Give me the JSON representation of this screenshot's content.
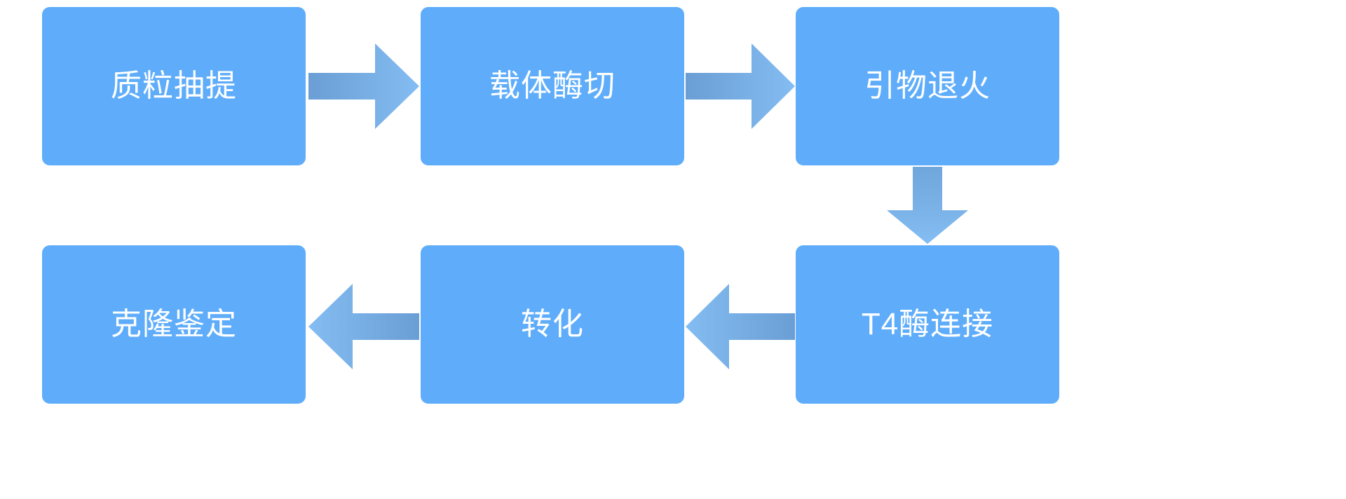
{
  "diagram": {
    "title": "",
    "background_color": "#FFFFFF",
    "node_fill_color": "#5FADFA",
    "node_text_color": "#FFFFFF",
    "arrow_color_start": "#6C9FD4",
    "arrow_color_end": "#7FB9F0",
    "nodes": [
      {
        "id": "node-0",
        "label": "质粒抽提"
      },
      {
        "id": "node-1",
        "label": "载体酶切"
      },
      {
        "id": "node-2",
        "label": "引物退火"
      },
      {
        "id": "node-3",
        "label": "T4酶连接"
      },
      {
        "id": "node-4",
        "label": "转化"
      },
      {
        "id": "node-5",
        "label": "克隆鉴定"
      }
    ],
    "arrows": [
      {
        "id": "arrow-0",
        "direction": "right",
        "from": "质粒抽提",
        "to": "载体酶切"
      },
      {
        "id": "arrow-1",
        "direction": "right",
        "from": "载体酶切",
        "to": "引物退火"
      },
      {
        "id": "arrow-2",
        "direction": "down",
        "from": "引物退火",
        "to": "T4酶连接"
      },
      {
        "id": "arrow-3",
        "direction": "left",
        "from": "T4酶连接",
        "to": "转化"
      },
      {
        "id": "arrow-4",
        "direction": "left",
        "from": "转化",
        "to": "克隆鉴定"
      }
    ]
  }
}
